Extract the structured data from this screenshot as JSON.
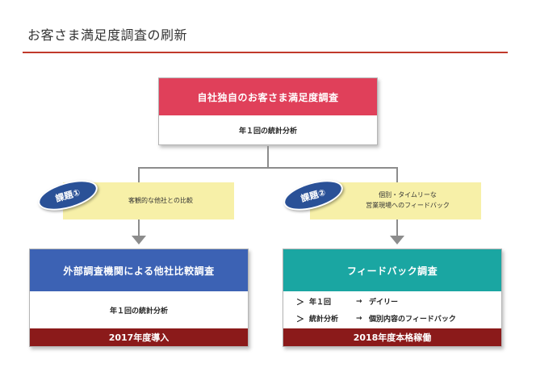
{
  "page": {
    "title": "お客さま満足度調査の刷新"
  },
  "top_box": {
    "title": "自社独自のお客さま満足度調査",
    "body": "年１回の統計分析"
  },
  "left_branch": {
    "tag": "課題①",
    "callout_lines": [
      "客観的な他社との比較"
    ],
    "box_title": "外部調査機関による他社比較調査",
    "box_body": "年１回の統計分析",
    "box_footer": "2017年度導入"
  },
  "right_branch": {
    "tag": "課題②",
    "callout_lines": [
      "個別・タイムリーな",
      "営業現場へのフィードバック"
    ],
    "box_title": "フィードバック調査",
    "bullets": [
      {
        "marker": "＞",
        "from": "年１回",
        "arrow": "→",
        "to": "デイリー"
      },
      {
        "marker": "＞",
        "from": "統計分析",
        "arrow": "→",
        "to": "個別内容のフィードバック"
      }
    ],
    "box_footer": "2018年度本格稼働"
  },
  "colors": {
    "top_header": "#e0405a",
    "left_header": "#3c62b4",
    "right_header": "#1aa6a2",
    "footer": "#8b1a1a",
    "tag": "#2a5197",
    "callout": "#f7f0a8",
    "rule": "#c0392b"
  }
}
